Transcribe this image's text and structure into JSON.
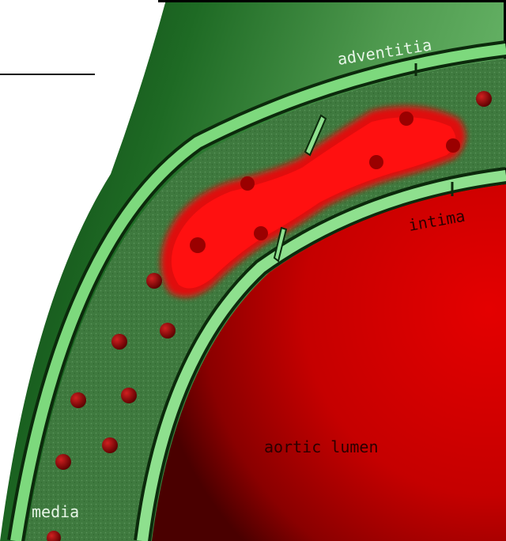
{
  "diagram": {
    "labels": {
      "adventitia": "adventitia",
      "intima": "intima",
      "media": "media",
      "lumen": "aortic lumen"
    },
    "colors": {
      "outer_green_dark": "#0a3a10",
      "outer_green_light": "#5aa55a",
      "adventitia_band": "#7dd97d",
      "media_green": "#3f7a3f",
      "intima_band": "#8ee08e",
      "hematoma_red": "#e00808",
      "lumen_red": "#cc0000",
      "lumen_dark": "#5a0000",
      "cell_red": "#8a0000",
      "label_light": "#e6f5e6",
      "label_dark": "#2b0000"
    }
  }
}
